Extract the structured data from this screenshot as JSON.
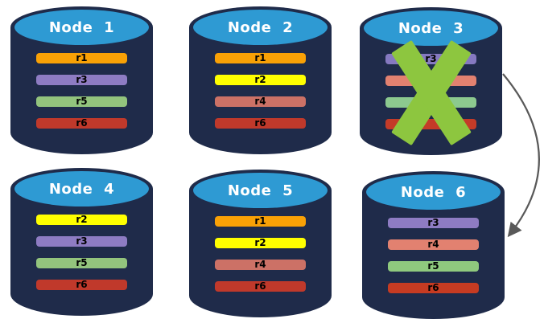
{
  "canvas": {
    "background": "#ffffff"
  },
  "styles": {
    "cylinder_body_color": "#1F2B4A",
    "cylinder_top_color": "#2E9AD3",
    "title_color": "#ffffff",
    "bar_text_color": "#000000",
    "x_mark_color": "#8DC63F",
    "arrow_color": "#595959"
  },
  "nodes": [
    {
      "title": "Node 1",
      "failed": false,
      "bars": [
        {
          "label": "r1",
          "color": "#F9A106"
        },
        {
          "label": "r3",
          "color": "#8E7CC3"
        },
        {
          "label": "r5",
          "color": "#93C47D"
        },
        {
          "label": "r6",
          "color": "#C0392B"
        }
      ]
    },
    {
      "title": "Node 2",
      "failed": false,
      "bars": [
        {
          "label": "r1",
          "color": "#F9A106"
        },
        {
          "label": "r2",
          "color": "#FFFF00"
        },
        {
          "label": "r4",
          "color": "#CC7166"
        },
        {
          "label": "r6",
          "color": "#C0392B"
        }
      ]
    },
    {
      "title": "Node 3",
      "failed": true,
      "bars": [
        {
          "label": "r3",
          "color": "#8579C0"
        },
        {
          "label": "",
          "color": "#E28170"
        },
        {
          "label": "",
          "color": "#8CC98F"
        },
        {
          "label": "",
          "color": "#C43B28"
        }
      ]
    },
    {
      "title": "Node 4",
      "failed": false,
      "bars": [
        {
          "label": "r2",
          "color": "#FFFF00"
        },
        {
          "label": "r3",
          "color": "#8E7CC3"
        },
        {
          "label": "r5",
          "color": "#93C47D"
        },
        {
          "label": "r6",
          "color": "#C0392B"
        }
      ]
    },
    {
      "title": "Node 5",
      "failed": false,
      "bars": [
        {
          "label": "r1",
          "color": "#F9A106"
        },
        {
          "label": "r2",
          "color": "#FFFF00"
        },
        {
          "label": "r4",
          "color": "#CC7166"
        },
        {
          "label": "r6",
          "color": "#C0392B"
        }
      ]
    },
    {
      "title": "Node 6",
      "failed": false,
      "bars": [
        {
          "label": "r3",
          "color": "#8E7CC3"
        },
        {
          "label": "r4",
          "color": "#E28170"
        },
        {
          "label": "r5",
          "color": "#8FC97E"
        },
        {
          "label": "r6",
          "color": "#C63B22"
        }
      ]
    }
  ],
  "failure_mark": {
    "on_node": "Node 3"
  },
  "arrow": {
    "from_node": "Node 3",
    "to_node": "Node 6"
  }
}
